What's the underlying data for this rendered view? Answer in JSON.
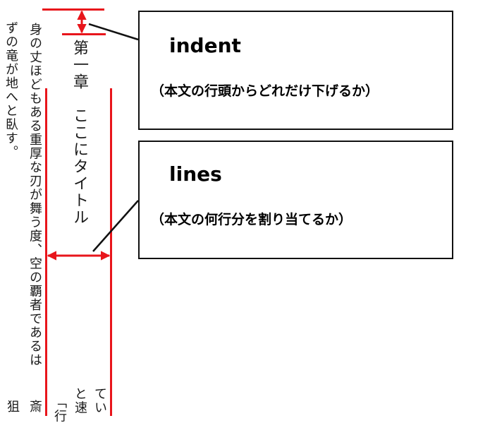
{
  "columns": {
    "body_1": "ずの竜が地へと臥す。",
    "body_2": "身の丈ほどもある重厚な刃が舞う度、空の覇者であるは",
    "title": "第一章　ここにタイトル",
    "frag_ti": "てい",
    "frag_tosoku": "と速",
    "frag_kagi": "「行",
    "frag_sai": "斎",
    "frag_sogeki": "狙"
  },
  "callouts": {
    "indent": {
      "label": "indent",
      "description": "（本文の行頭からどれだけ下げるか）"
    },
    "lines": {
      "label": "lines",
      "description": "（本文の何行分を割り当てるか）"
    }
  },
  "colors": {
    "guide_red": "#e8151b",
    "callout_border": "#111111"
  }
}
